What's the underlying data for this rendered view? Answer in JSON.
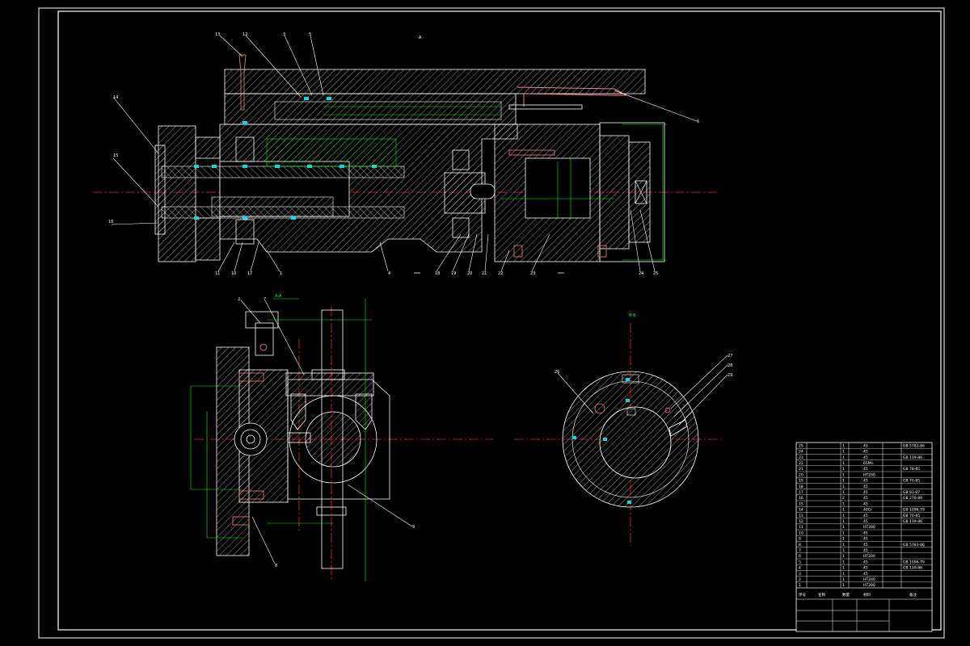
{
  "drawing": {
    "view_labels": {
      "section_a": "A",
      "section_b": "B-B",
      "section_aa": "A-A"
    },
    "part_callouts_top": [
      "13",
      "12",
      "3",
      "5",
      "14",
      "15",
      "16",
      "6",
      "4",
      "1",
      "11",
      "10",
      "17",
      "18",
      "19",
      "20",
      "21",
      "22",
      "23",
      "24",
      "25"
    ],
    "part_callouts_left": [
      "2",
      "7",
      "9",
      "8"
    ],
    "part_callouts_right": [
      "26",
      "27",
      "28",
      "29"
    ]
  },
  "title_block": {
    "header_cols": [
      "序号",
      "名称",
      "数量",
      "材料",
      "备注"
    ],
    "rows": [
      [
        "25",
        "",
        "1",
        "45",
        "GB 5782-86"
      ],
      [
        "24",
        "",
        "1",
        "45",
        ""
      ],
      [
        "23",
        "",
        "1",
        "45",
        "GB 119-86"
      ],
      [
        "22",
        "",
        "1",
        "65Mn",
        ""
      ],
      [
        "21",
        "",
        "1",
        "45",
        "GB 78-85"
      ],
      [
        "20",
        "",
        "1",
        "HT200",
        ""
      ],
      [
        "19",
        "",
        "1",
        "45",
        "GB 70-85"
      ],
      [
        "18",
        "",
        "1",
        "45",
        ""
      ],
      [
        "17",
        "",
        "1",
        "45",
        "GB 93-87"
      ],
      [
        "16",
        "",
        "2",
        "45",
        "GB 276-89"
      ],
      [
        "15",
        "",
        "1",
        "45",
        ""
      ],
      [
        "14",
        "",
        "1",
        "40Cr",
        "GB 1096-79"
      ],
      [
        "13",
        "",
        "1",
        "45",
        "GB 70-85"
      ],
      [
        "12",
        "",
        "1",
        "45",
        "GB 119-86"
      ],
      [
        "11",
        "",
        "1",
        "HT200",
        ""
      ],
      [
        "10",
        "",
        "1",
        "45",
        ""
      ],
      [
        "9",
        "",
        "1",
        "45",
        ""
      ],
      [
        "8",
        "",
        "1",
        "45",
        "GB 5783-86"
      ],
      [
        "7",
        "",
        "1",
        "45",
        ""
      ],
      [
        "6",
        "",
        "1",
        "HT200",
        ""
      ],
      [
        "5",
        "",
        "1",
        "45",
        "GB 1096-79"
      ],
      [
        "4",
        "",
        "1",
        "45",
        "GB 119-86"
      ],
      [
        "3",
        "",
        "1",
        "45",
        ""
      ],
      [
        "2",
        "",
        "1",
        "HT200",
        ""
      ],
      [
        "1",
        "",
        "1",
        "HT200",
        ""
      ]
    ],
    "school": "",
    "drawing_title": ""
  }
}
